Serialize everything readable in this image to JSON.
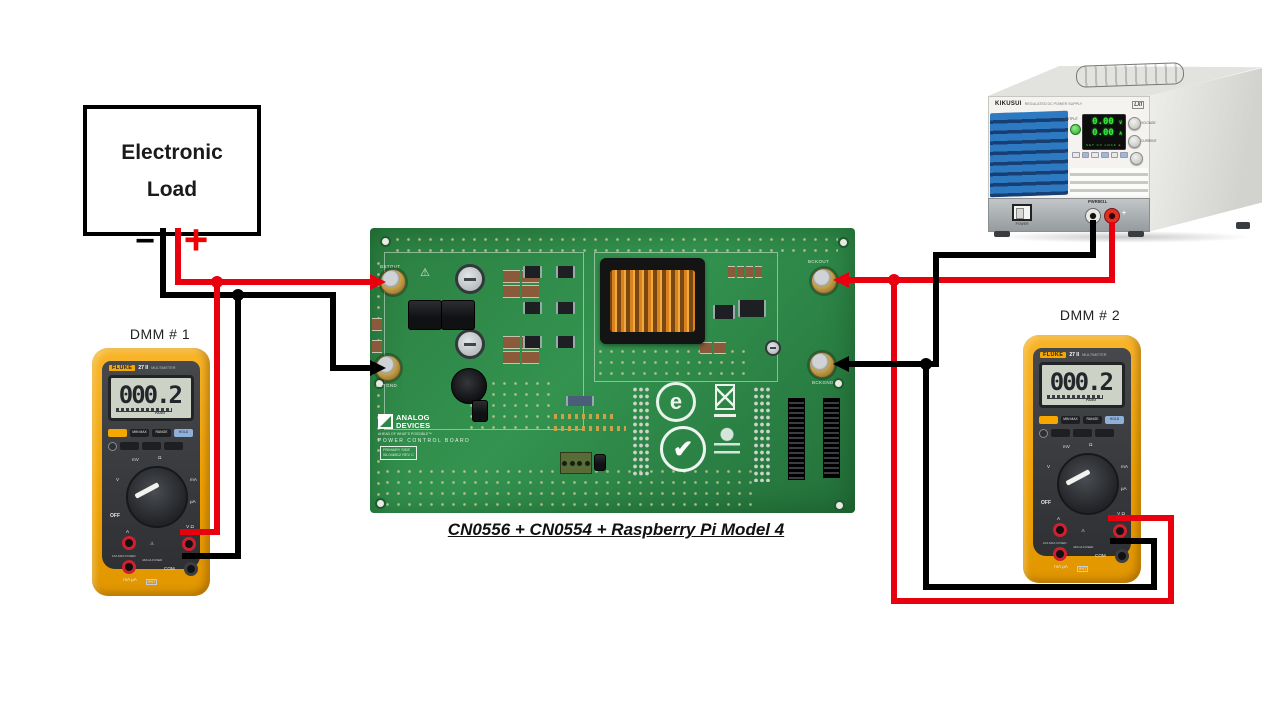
{
  "caption": "CN0556 + CN0554 + Raspberry Pi Model 4",
  "electronic_load": {
    "line1": "Electronic",
    "line2": "Load",
    "minus": "−",
    "plus": "+"
  },
  "dmm1": {
    "label": "DMM # 1",
    "display": "000.2",
    "mode": "Auto"
  },
  "dmm2": {
    "label": "DMM # 2",
    "display": "000.2",
    "mode": "Auto"
  },
  "dmm_common": {
    "brand": "FLUKE",
    "model": "27 II",
    "device_type": "MULTIMETER",
    "buttons_row1": [
      "MIN MAX",
      "RANGE",
      "HOLD"
    ],
    "off": "OFF",
    "jack_a": "A",
    "jack_ma": "mA µA",
    "jack_v": "V Ω",
    "jack_com": "COM",
    "fuse_left": "10A MAX FUSED",
    "fuse_mid": "440mA FUSED",
    "ip_rating": "IP67",
    "glyph_mv": "mV",
    "glyph_v": "V",
    "glyph_ohm": "Ω",
    "glyph_ma": "mA",
    "glyph_ua": "µA",
    "warning": "⚠"
  },
  "psu": {
    "brand": "KIKUSUI",
    "subtitle": "REGULATED DC POWER SUPPLY",
    "badge": "LXI",
    "output_label": "OUTPUT",
    "volts": "0.00",
    "volts_unit": "V",
    "amps": "0.00",
    "amps_unit": "A",
    "indicators": "SET  CV  LOCK",
    "knob1_label": "VOLTAGE",
    "knob2_label": "CURRENT",
    "model": "PWR801L",
    "power_label": "POWER",
    "plus": "+"
  },
  "board": {
    "t_bstout": "BSTOUT",
    "t_bstgnd": "BSTGND",
    "t_bckout": "BCKOUT",
    "t_bckgnd": "BCKGND",
    "logo1": "ANALOG",
    "logo2": "DEVICES",
    "tagline": "AHEAD OF WHAT'S POSSIBLE™",
    "name": "POWER CONTROL BOARD",
    "side": "PRIMARY SIDE",
    "rev": "08-048512 REV C",
    "warning": "⚠",
    "e_mark": "e",
    "check_mark": "✔"
  },
  "colors": {
    "wire_red": "#e8000f",
    "wire_black": "#000000",
    "pcb_green": "#2f8646",
    "fluke_yellow": "#f6a800",
    "louver_blue": "#2e7ac2",
    "digit_green": "#35e83a"
  }
}
